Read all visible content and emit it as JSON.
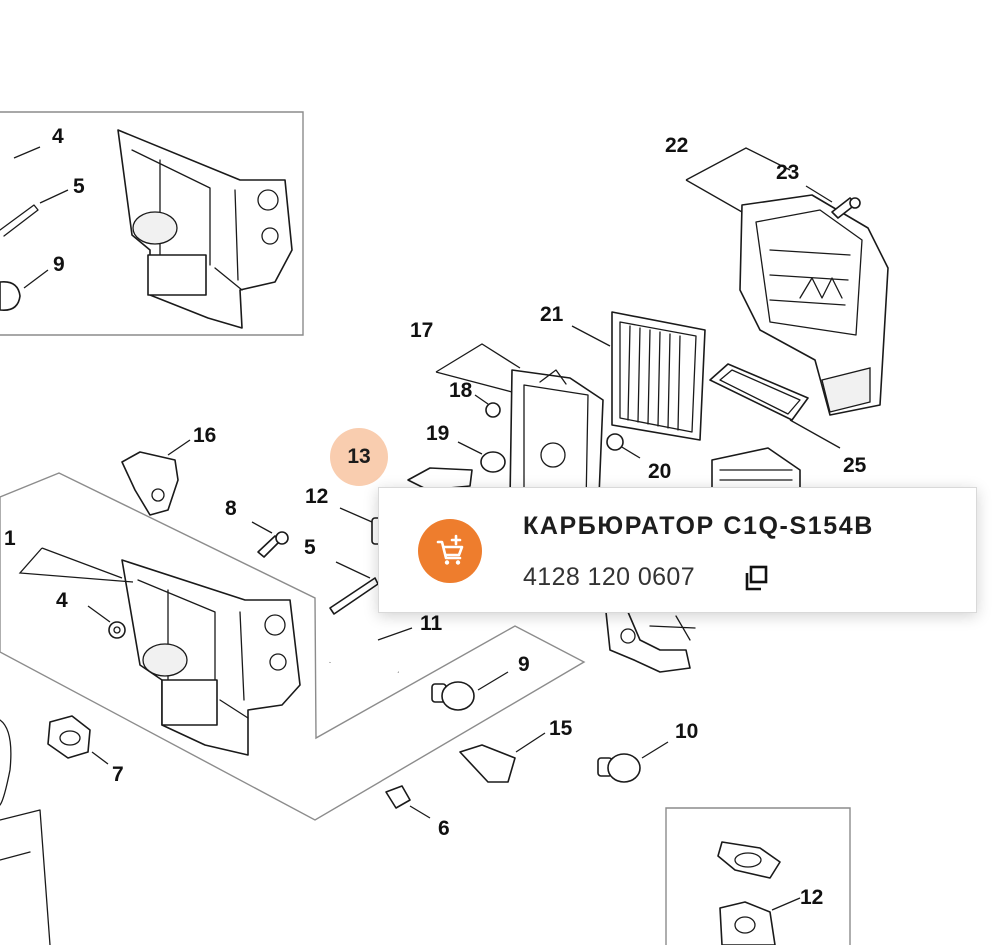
{
  "diagram": {
    "callouts": [
      "1",
      "4",
      "4",
      "5",
      "5",
      "6",
      "7",
      "8",
      "9",
      "9",
      "10",
      "11",
      "12",
      "12",
      "15",
      "16",
      "17",
      "18",
      "19",
      "20",
      "21",
      "22",
      "23",
      "25"
    ],
    "active_callout": "13"
  },
  "popup": {
    "title": "КАРБЮРАТОР C1Q-S154B",
    "part_number": "4128 120 0607",
    "cart_icon": "add-to-cart-icon",
    "copy_icon": "copy-icon"
  },
  "colors": {
    "accent": "#ee7d2d",
    "hotspot": "#f4a46e"
  }
}
